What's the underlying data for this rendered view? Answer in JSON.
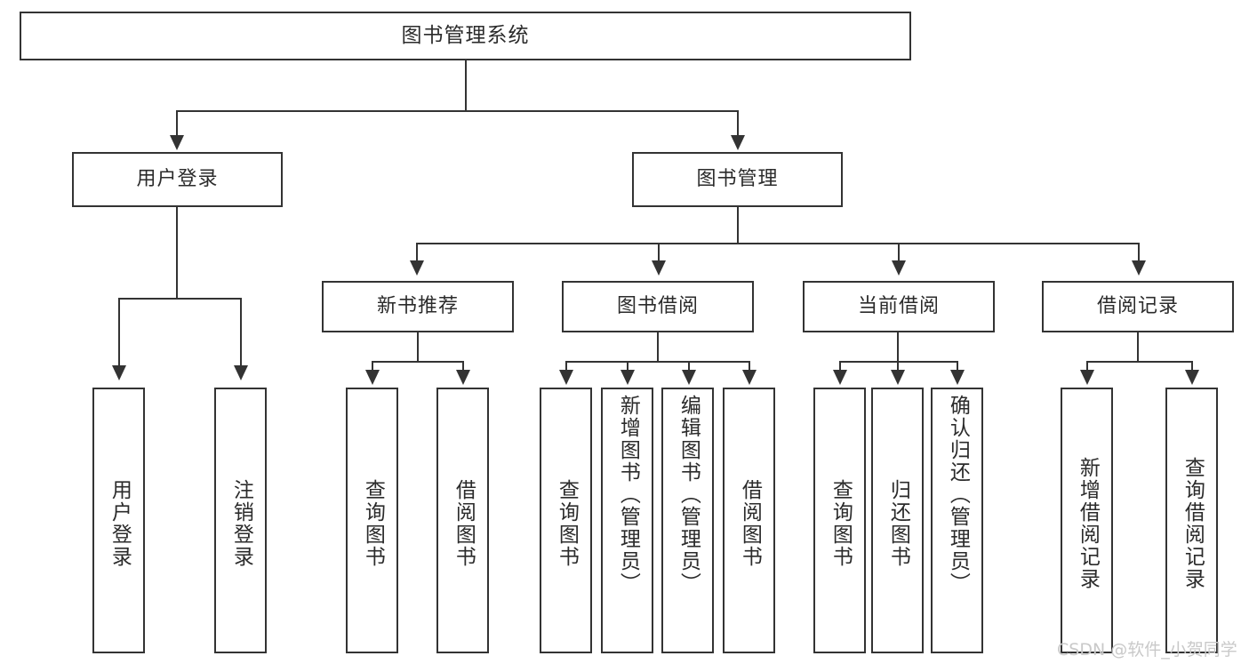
{
  "diagram": {
    "title": "图书管理系统",
    "type": "tree-hierarchy-chart",
    "root": {
      "label": "图书管理系统"
    },
    "level1": [
      {
        "label": "用户登录"
      },
      {
        "label": "图书管理"
      }
    ],
    "level2": [
      {
        "label": "新书推荐"
      },
      {
        "label": "图书借阅"
      },
      {
        "label": "当前借阅"
      },
      {
        "label": "借阅记录"
      }
    ],
    "leaves": {
      "user_login": [
        {
          "label": "用户登录"
        },
        {
          "label": "注销登录"
        }
      ],
      "new_book_recommend": [
        {
          "label": "查询图书"
        },
        {
          "label": "借阅图书"
        }
      ],
      "book_borrow": [
        {
          "label": "查询图书"
        },
        {
          "label": "新增图书（管理员）"
        },
        {
          "label": "编辑图书（管理员）"
        },
        {
          "label": "借阅图书"
        }
      ],
      "current_borrow": [
        {
          "label": "查询图书"
        },
        {
          "label": "归还图书"
        },
        {
          "label": "确认归还（管理员）"
        }
      ],
      "borrow_record": [
        {
          "label": "新增借阅记录"
        },
        {
          "label": "查询借阅记录"
        }
      ]
    }
  },
  "watermark": {
    "text": "CSDN @软件_小贺同学"
  },
  "colors": {
    "border": "#333333",
    "text": "#2b2b2b",
    "background": "#ffffff",
    "watermark": "#c9c9c9"
  }
}
